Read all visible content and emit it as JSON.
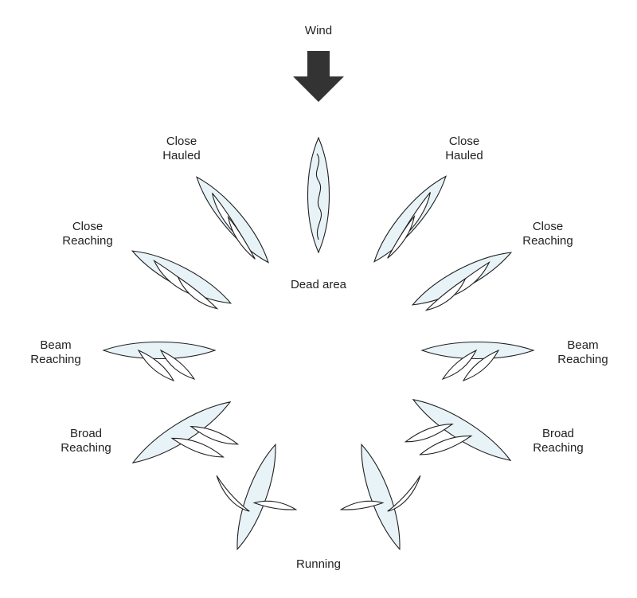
{
  "labels": {
    "wind": "Wind",
    "dead_area": "Dead area",
    "running": "Running",
    "close_hauled_left": [
      "Close",
      "Hauled"
    ],
    "close_hauled_right": [
      "Close",
      "Hauled"
    ],
    "close_reaching_left": [
      "Close",
      "Reaching"
    ],
    "close_reaching_right": [
      "Close",
      "Reaching"
    ],
    "beam_reaching_left": [
      "Beam",
      "Reaching"
    ],
    "beam_reaching_right": [
      "Beam",
      "Reaching"
    ],
    "broad_reaching_left": [
      "Broad",
      "Reaching"
    ],
    "broad_reaching_right": [
      "Broad",
      "Reaching"
    ]
  },
  "colors": {
    "hull_fill": "#e8f3f8",
    "sail_fill": "#ffffff",
    "outline": "#1f1f1f",
    "arrow": "#333333",
    "text": "#222222"
  }
}
